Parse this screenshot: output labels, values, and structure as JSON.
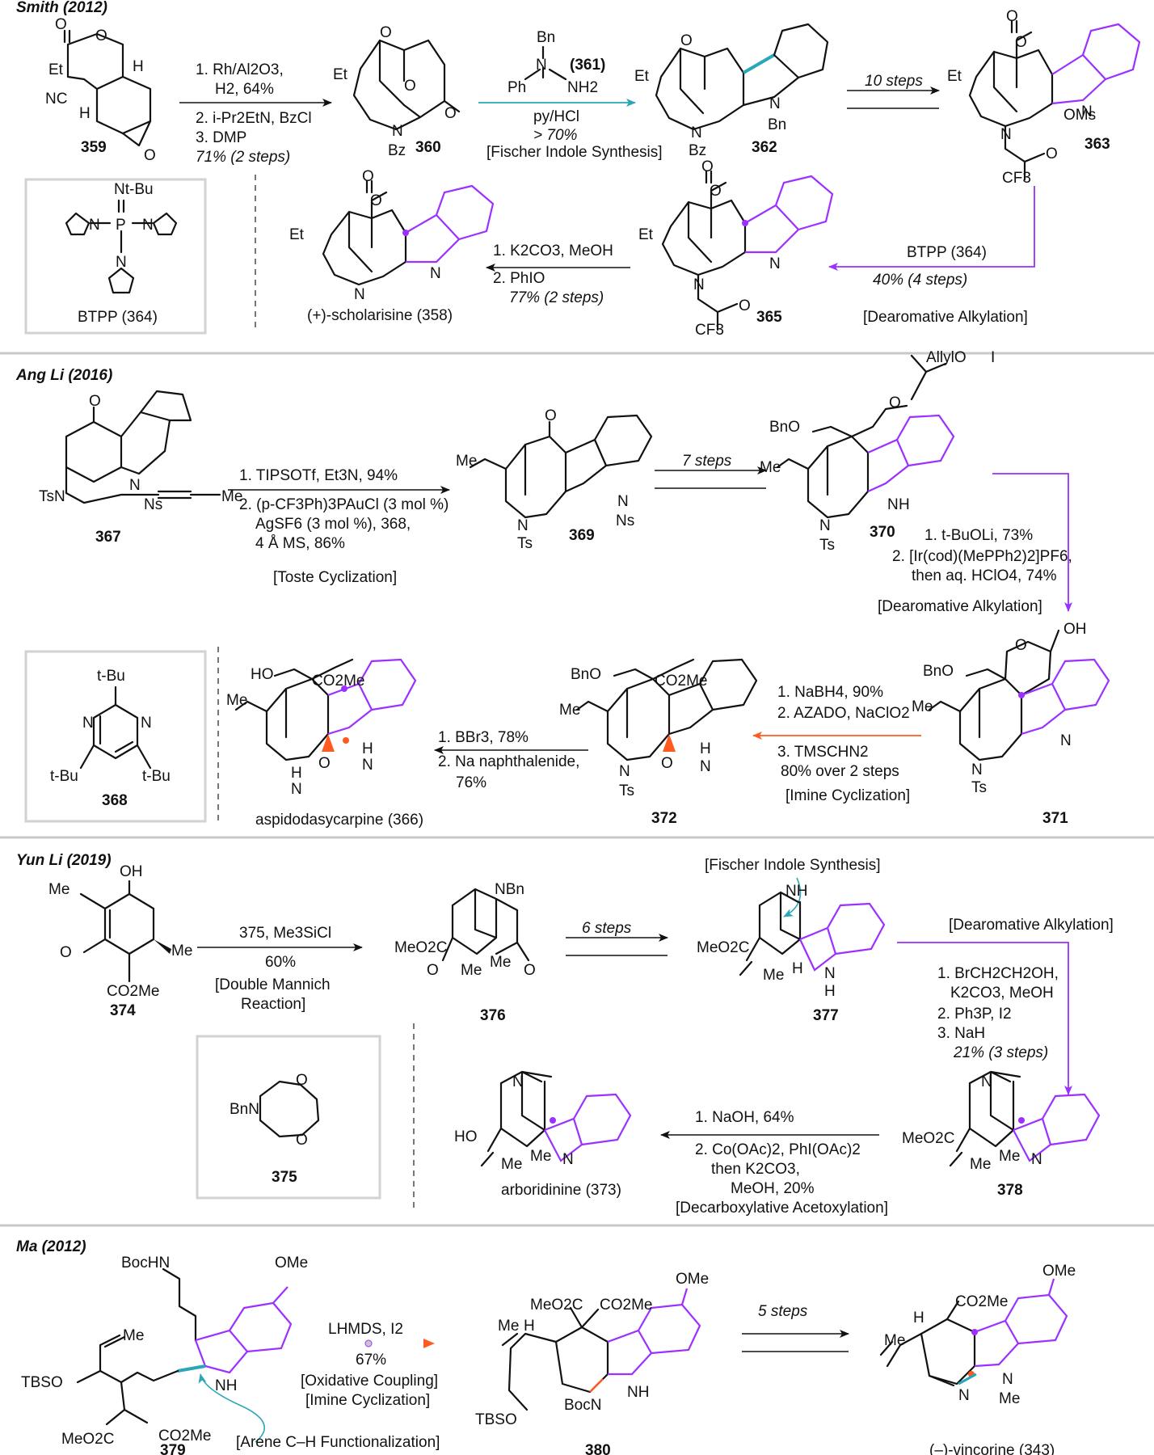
{
  "colors": {
    "purple": "#9b30ff",
    "teal": "#2aa6b8",
    "orange": "#ff5a1f",
    "navy": "#1b3f8b",
    "ink": "#111111",
    "separator": "#c8c8c8"
  },
  "sections": [
    {
      "header": "Smith (2012)",
      "labels": {
        "c359": "359",
        "c360": "360",
        "c362": "362",
        "c363": "363",
        "c365": "365",
        "c358": "(+)-scholarisine (358)",
        "box": "BTPP (364)",
        "c361": "(361)"
      },
      "atoms": {
        "et": "Et",
        "nc": "NC",
        "h": "H",
        "o": "O",
        "n": "N",
        "bz": "Bz",
        "bn": "Bn",
        "ph": "Ph",
        "nh2": "NH2",
        "ntbu": "Nt-Bu",
        "p": "P",
        "oms": "OMs",
        "cf3": "CF3"
      },
      "steps": [
        {
          "lines": [
            "1. Rh/Al2O3,",
            "H2, 64%",
            "2. i-Pr2EtN, BzCl",
            "3. DMP",
            "71% (2 steps)"
          ]
        },
        {
          "lines": [
            "py/HCl",
            "> 70%",
            "[Fischer Indole Synthesis]"
          ]
        },
        {
          "lines": [
            "10 steps"
          ]
        },
        {
          "lines": [
            "BTPP (364)",
            "40% (4 steps)",
            "[Dearomative Alkylation]"
          ]
        },
        {
          "lines": [
            "1. K2CO3, MeOH",
            "2. PhIO",
            "77% (2 steps)"
          ]
        }
      ]
    },
    {
      "header": "Ang Li (2016)",
      "labels": {
        "c367": "367",
        "c369": "369",
        "c370": "370",
        "c371": "371",
        "c372": "372",
        "c366": "aspidodasycarpine (366)",
        "c368": "368"
      },
      "atoms": {
        "o": "O",
        "n": "N",
        "ns": "Ns",
        "ts": "Ts",
        "tsn": "TsN",
        "me": "Me",
        "bno": "BnO",
        "allylo": "AllylO",
        "i": "I",
        "ho": "HO",
        "co2me": "CO2Me",
        "oh": "OH",
        "nh": "NH",
        "h": "H",
        "tbu": "t-Bu"
      },
      "steps": [
        {
          "lines": [
            "1. TIPSOTf, Et3N, 94%",
            "2. (p-CF3Ph)3PAuCl (3 mol %)",
            "AgSF6 (3 mol %), 368,",
            "4 Å MS, 86%",
            "[Toste Cyclization]"
          ]
        },
        {
          "lines": [
            "7 steps"
          ]
        },
        {
          "lines": [
            "1. t-BuOLi, 73%",
            "2. [Ir(cod)(MePPh2)2]PF6,",
            "then aq. HClO4, 74%",
            "[Dearomative Alkylation]"
          ]
        },
        {
          "lines": [
            "1. NaBH4, 90%",
            "2. AZADO, NaClO2",
            "3. TMSCHN2",
            "80% over 2 steps",
            "[Imine Cyclization]"
          ]
        },
        {
          "lines": [
            "1. BBr3, 78%",
            "2. Na naphthalenide,",
            "76%"
          ]
        }
      ]
    },
    {
      "header": "Yun Li (2019)",
      "labels": {
        "c374": "374",
        "c376": "376",
        "c377": "377",
        "c378": "378",
        "c373": "arboridinine (373)",
        "c375": "375"
      },
      "atoms": {
        "oh": "OH",
        "me": "Me",
        "o": "O",
        "co2me": "CO2Me",
        "nbn": "NBn",
        "meo2c": "MeO2C",
        "nh": "NH",
        "h": "H",
        "n": "N",
        "ho": "HO",
        "bnn": "BnN"
      },
      "steps": [
        {
          "lines": [
            "375, Me3SiCl",
            "60%",
            "[Double Mannich",
            "Reaction]"
          ]
        },
        {
          "lines": [
            "6 steps"
          ]
        },
        {
          "lines": [
            "[Fischer Indole Synthesis]"
          ]
        },
        {
          "lines": [
            "[Dearomative Alkylation]",
            "1. BrCH2CH2OH,",
            "K2CO3, MeOH",
            "2. Ph3P, I2",
            "3. NaH",
            "21% (3 steps)"
          ]
        },
        {
          "lines": [
            "1. NaOH, 64%",
            "2. Co(OAc)2, PhI(OAc)2",
            "then K2CO3,",
            "MeOH, 20%",
            "[Decarboxylative Acetoxylation]"
          ]
        }
      ]
    },
    {
      "header": "Ma (2012)",
      "labels": {
        "c379": "379",
        "c380": "380",
        "c343": "(–)-vincorine (343)"
      },
      "atoms": {
        "bochn": "BocHN",
        "ome": "OMe",
        "me": "Me",
        "tbso": "TBSO",
        "meo2c": "MeO2C",
        "co2me": "CO2Me",
        "nh": "NH",
        "h": "H",
        "n": "N",
        "bocn": "BocN"
      },
      "steps": [
        {
          "lines": [
            "LHMDS, I2",
            "67%",
            "[Oxidative Coupling]",
            "[Imine Cyclization]",
            "[Arene C–H Functionalization]"
          ]
        },
        {
          "lines": [
            "5 steps"
          ]
        }
      ]
    }
  ]
}
